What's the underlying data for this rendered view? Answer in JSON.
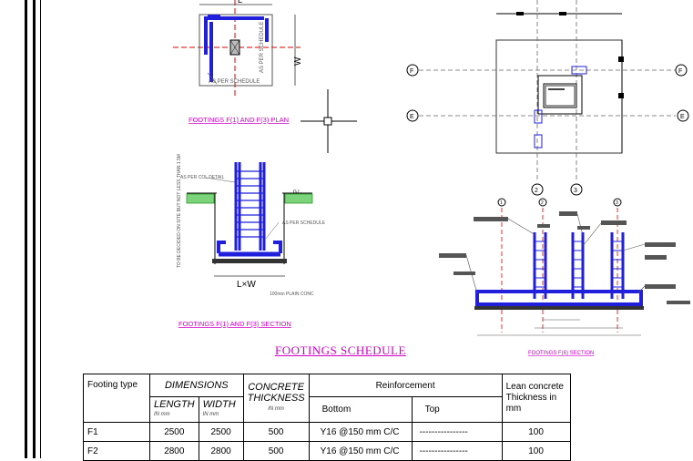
{
  "plan": {
    "title": "FOOTINGS F(1) AND F(3) PLAN",
    "dim_l": "L",
    "dim_w": "W",
    "note_bottom": "AS PER SCHEDULE",
    "note_right": "AS PER SCHEDULE"
  },
  "section": {
    "title": "FOOTINGS F(1) AND F(3) SECTION",
    "note_col": "AS PER COL DETAIL",
    "note_gl": "G.L.",
    "note_depth": "TO BE DECIDED ON SITE BUT NOT LESS THAN 1.5M",
    "note_sched": "AS PER SCHEDULE",
    "dim_lw": "L×W",
    "note_pcc": "100mm PLAIN CONC"
  },
  "grid": {
    "f_left": "F",
    "f_right": "F",
    "e_left": "E",
    "e_right": "E",
    "n2": "2",
    "n3": "3"
  },
  "f6": {
    "title": "FOOTINGS F(6) SECTION",
    "m1": "1",
    "m2": "2",
    "m3": "3"
  },
  "schedule": {
    "title": "FOOTINGS SCHEDULE",
    "headers": {
      "type": "Footing type",
      "dimensions": "DIMENSIONS",
      "length": "LENGTH",
      "width": "WIDTH",
      "length_unit": "IN mm",
      "width_unit": "IN mm",
      "concrete": "CONCRETE THICKNESS",
      "concrete_unit": "IN mm",
      "reinforcement": "Reinforcement",
      "bottom": "Bottom",
      "top": "Top",
      "lean": "Lean concrete Thickness in mm"
    },
    "rows": [
      {
        "type": "F1",
        "length": "2500",
        "width": "2500",
        "thickness": "500",
        "bottom": "Y16 @150 mm C/C",
        "top": "----------------",
        "lean": "100"
      },
      {
        "type": "F2",
        "length": "2800",
        "width": "2800",
        "thickness": "500",
        "bottom": "Y16 @150 mm C/C",
        "top": "----------------",
        "lean": "100"
      }
    ]
  },
  "colors": {
    "rebar": "#1f1fdc",
    "label": "#d000c8",
    "grid": "#666666",
    "center": "#e00000",
    "hatch": "#2a9a2a"
  }
}
